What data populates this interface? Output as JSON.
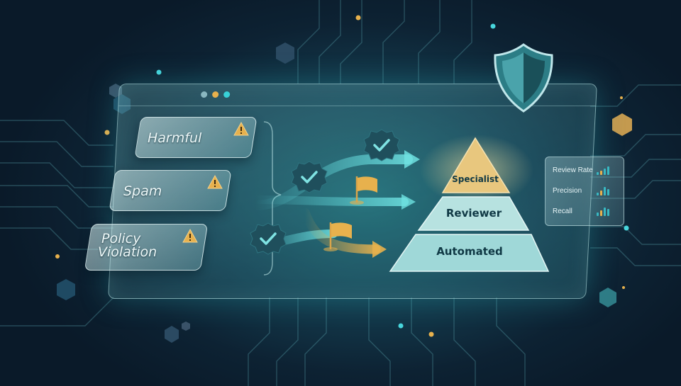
{
  "categories": [
    {
      "label_lines": [
        "Harmful"
      ],
      "icon": "warning-icon"
    },
    {
      "label_lines": [
        "Spam"
      ],
      "icon": "warning-icon"
    },
    {
      "label_lines": [
        "Policy",
        "Violation"
      ],
      "icon": "warning-icon"
    }
  ],
  "pyramid": {
    "top": "Specialist",
    "middle": "Reviewer",
    "bottom": "Automated"
  },
  "metrics": [
    {
      "label": "Review Rate"
    },
    {
      "label": "Precision"
    },
    {
      "label": "Recall"
    }
  ],
  "colors": {
    "accent_teal": "#38b8c2",
    "accent_gold": "#e7b14d",
    "window_dot_1": "#8ab7c0",
    "window_dot_2": "#e7b14d",
    "window_dot_3": "#38d1d8",
    "badge_dark": "#1f4f5c",
    "shield": "#2c7d86"
  }
}
